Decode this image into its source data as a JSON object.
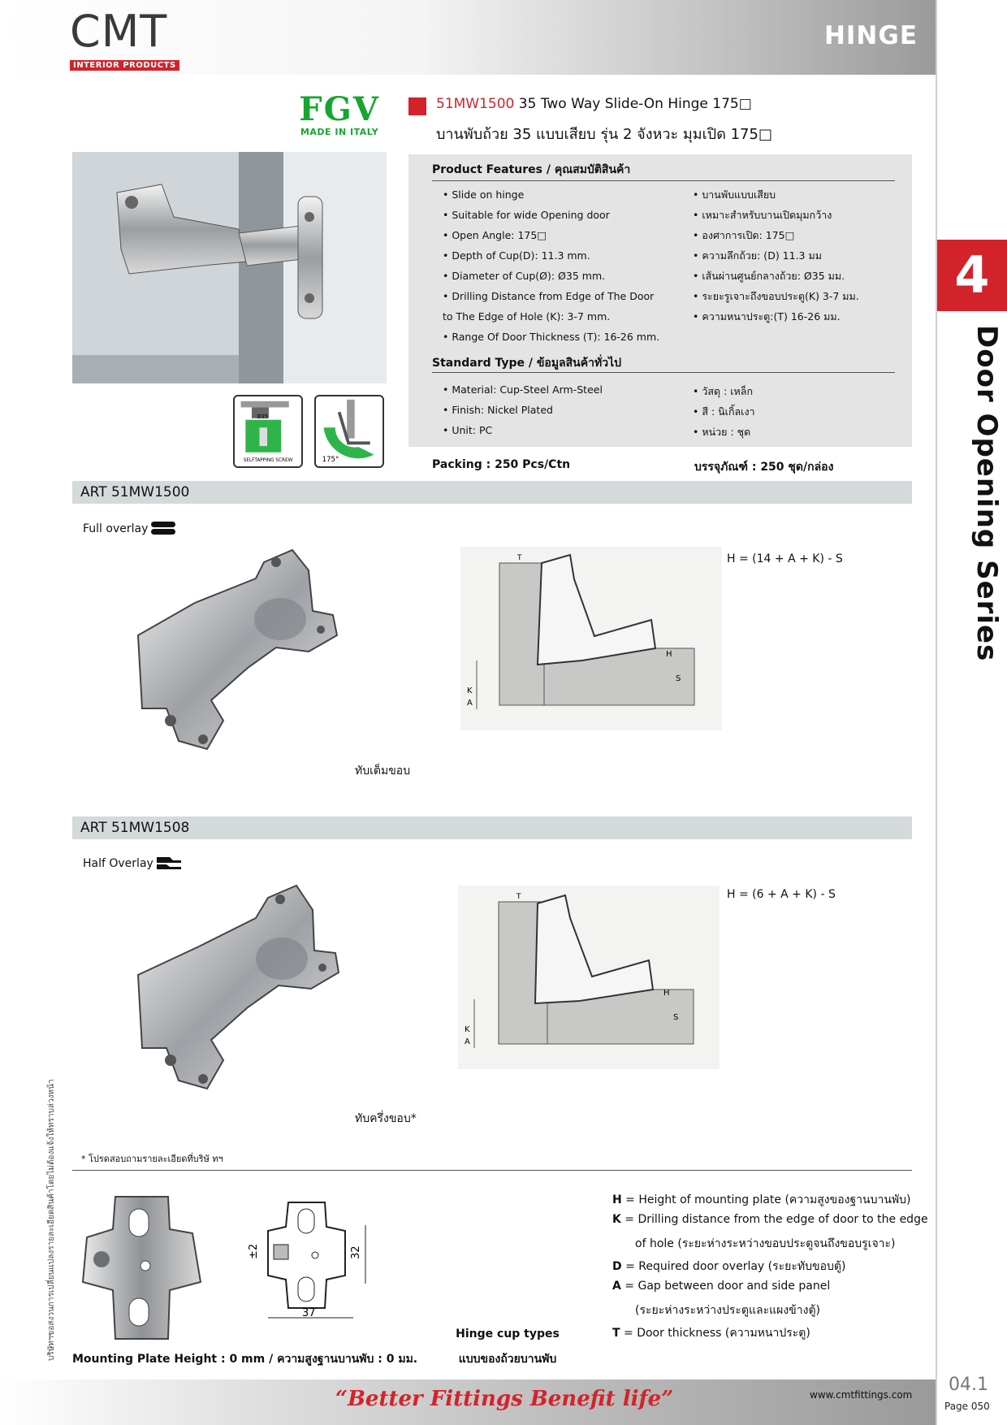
{
  "header": {
    "brand": "CMT",
    "brand_sub": "INTERIOR PRODUCTS",
    "section": "HINGE"
  },
  "sidebar": {
    "chapter_number": "4",
    "chapter_name": "Door Opening Series",
    "side_note": "บริษัทฯขอสงวนการเปลี่ยนแปลงรายละเอียดสินค้าโดยไม่ต้องแจ้งให้ทราบล่วงหน้า"
  },
  "maker": {
    "logo_text": "FGV",
    "made_in": "MADE IN ITALY"
  },
  "product": {
    "code": "51MW1500",
    "name_en": " 35 Two Way Slide-On Hinge 175□",
    "name_th": "บานพับถ้วย 35 แบบเสียบ รุ่น 2 จังหวะ มุมเปิด 175□"
  },
  "icons": {
    "cup_label": "Ø35",
    "screw_label": "SELFTAPPING SCREW",
    "angle_label": "175°"
  },
  "features": {
    "heading": "Product Features / คุณสมบัติสินค้า",
    "items_en": [
      "• Slide on hinge",
      "• Suitable for wide Opening door",
      "• Open Angle:  175□",
      "• Depth of Cup(D):  11.3 mm.",
      "• Diameter of Cup(Ø): Ø35 mm.",
      "• Drilling Distance from Edge of The Door",
      "   to The Edge of Hole (K): 3-7 mm.",
      "• Range Of Door Thickness (T):  16-26 mm."
    ],
    "items_th": [
      "• บานพับแบบเสียบ",
      "• เหมาะสำหรับบานเปิดมุมกว้าง",
      "• องศาการเปิด:  175□",
      "• ความลึกถ้วย: (D) 11.3 มม",
      "• เส้นผ่านศูนย์กลางถ้วย: Ø35 มม.",
      "• ระยะรูเจาะถึงขอบประตู(K)  3-7 มม.",
      "• ความหนาประตู:(T)   16-26 มม."
    ]
  },
  "standard": {
    "heading": "Standard Type / ข้อมูลสินค้าทั่วไป",
    "items_en": [
      "• Material: Cup-Steel Arm-Steel",
      "• Finish:  Nickel Plated",
      "• Unit:  PC"
    ],
    "items_th": [
      "• วัสดุ : เหล็ก",
      "• สี : นิเกิ้ลเงา",
      "• หน่วย : ชุด"
    ]
  },
  "packing": {
    "en": "Packing : 250 Pcs/Ctn",
    "th": "บรรจุภัณฑ์ : 250 ชุด/กล่อง"
  },
  "art1": {
    "title": "ART 51MW1500",
    "overlay": "Full overlay",
    "formula": "H = (14 + A + K) - S",
    "caption": "ทับเต็มขอบ"
  },
  "art2": {
    "title": "ART 51MW1508",
    "overlay": "Half Overlay",
    "formula": "H = (6 + A + K) - S",
    "caption": "ทับครึ่งขอบ*"
  },
  "diagram_labels": {
    "T": "T",
    "H": "H",
    "S": "S",
    "K": "K",
    "A": "A"
  },
  "note": "* โปรดสอบถามรายละเอียดที่บริษั ทฯ",
  "mount": {
    "dim_pm": "±2",
    "dim_32": "32",
    "dim_37": "37",
    "caption": "Mounting Plate Height : 0 mm  / ความสูงฐานบานพับ : 0 มม."
  },
  "cup_types": {
    "en": "Hinge cup types",
    "th": "แบบของถ้วยบานพับ"
  },
  "legend": [
    {
      "key": "H",
      "text": " = Height of mounting plate (ความสูงของฐานบานพับ)"
    },
    {
      "key": "K",
      "text": " = Drilling distance from the edge of door to the edge"
    },
    {
      "key": "",
      "text": "of hole (ระยะห่างระหว่างขอบประตูจนถึงขอบรูเจาะ)"
    },
    {
      "key": "D",
      "text": " = Required door overlay (ระยะทับขอบตู้)"
    },
    {
      "key": "A",
      "text": " = Gap between door and side panel"
    },
    {
      "key": "",
      "text": "(ระยะห่างระหว่างประตูและแผงข้างตู้)"
    },
    {
      "key": "T",
      "text": " = Door thickness (ความหนาประตู)"
    }
  ],
  "footer": {
    "slogan": "“Better Fittings Benefit life”",
    "website": "www.cmtfittings.com",
    "page_code": "04.1",
    "page_label": "Page 050"
  }
}
